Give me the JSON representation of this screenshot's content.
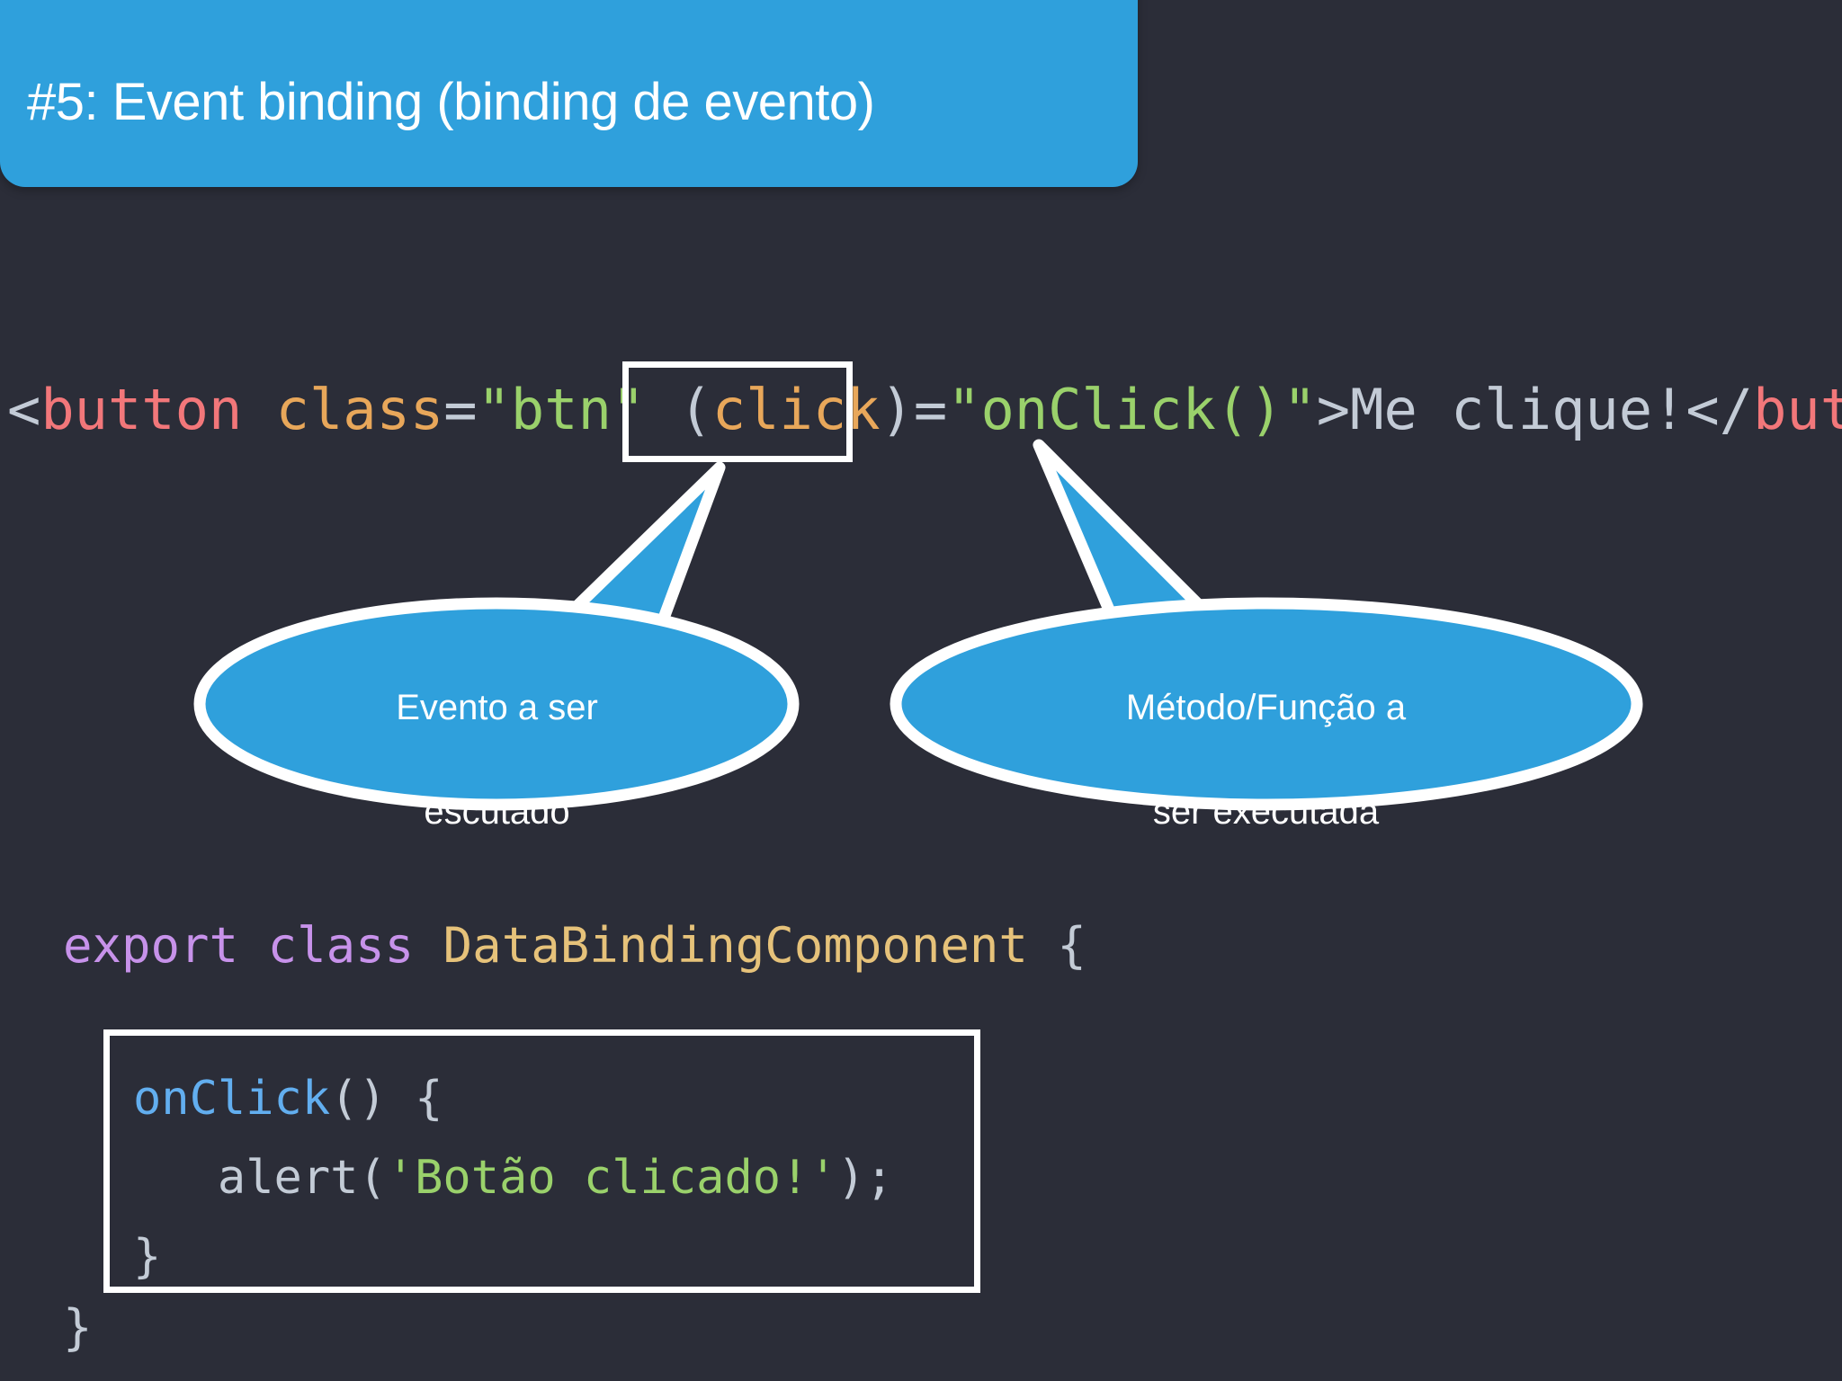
{
  "slide": {
    "background_color": "#2b2d38",
    "accent_color": "#2fa0dc"
  },
  "header": {
    "title": "#5: Event binding (binding de evento)",
    "background_color": "#2fa0dc",
    "text_color": "#ffffff"
  },
  "html_snippet": {
    "full_text": "<button class=\"btn\" (click)=\"onClick()\">Me clique!</button>",
    "tokens": {
      "lt": "<",
      "tag_open": "button",
      "space1": " ",
      "attr_class": "class",
      "eq1": "=",
      "str_btn": "\"btn\"",
      "space2": " ",
      "paren_open": "(",
      "event_name": "click",
      "paren_close": ")",
      "eq2": "=",
      "str_handler": "\"onClick()\"",
      "gt1": ">",
      "inner_text": "Me clique!",
      "lt_slash": "</",
      "tag_close": "button",
      "gt2": ">"
    }
  },
  "callouts": [
    {
      "id": "callout-event",
      "line1": "Evento a ser",
      "line2": "\"escutado\"",
      "fill": "#2fa0dc",
      "stroke": "#ffffff",
      "points_to": "(click)"
    },
    {
      "id": "callout-method",
      "line1": "Método/Função a",
      "line2": "ser executada",
      "fill": "#2fa0dc",
      "stroke": "#ffffff",
      "points_to": "onClick()"
    }
  ],
  "ts_snippet": {
    "class_line": {
      "kw_export": "export",
      "space1": " ",
      "kw_class": "class",
      "space2": " ",
      "class_name": "DataBindingComponent",
      "space3": " ",
      "brace_open": "{"
    },
    "method": {
      "name": "onClick",
      "parens": "()",
      "space": " ",
      "brace_open": "{",
      "indent": "   ",
      "alert_fn": "alert",
      "call_open": "(",
      "alert_string": "'Botão clicado!'",
      "call_close": ");",
      "brace_close": "}"
    },
    "class_close": "}"
  }
}
